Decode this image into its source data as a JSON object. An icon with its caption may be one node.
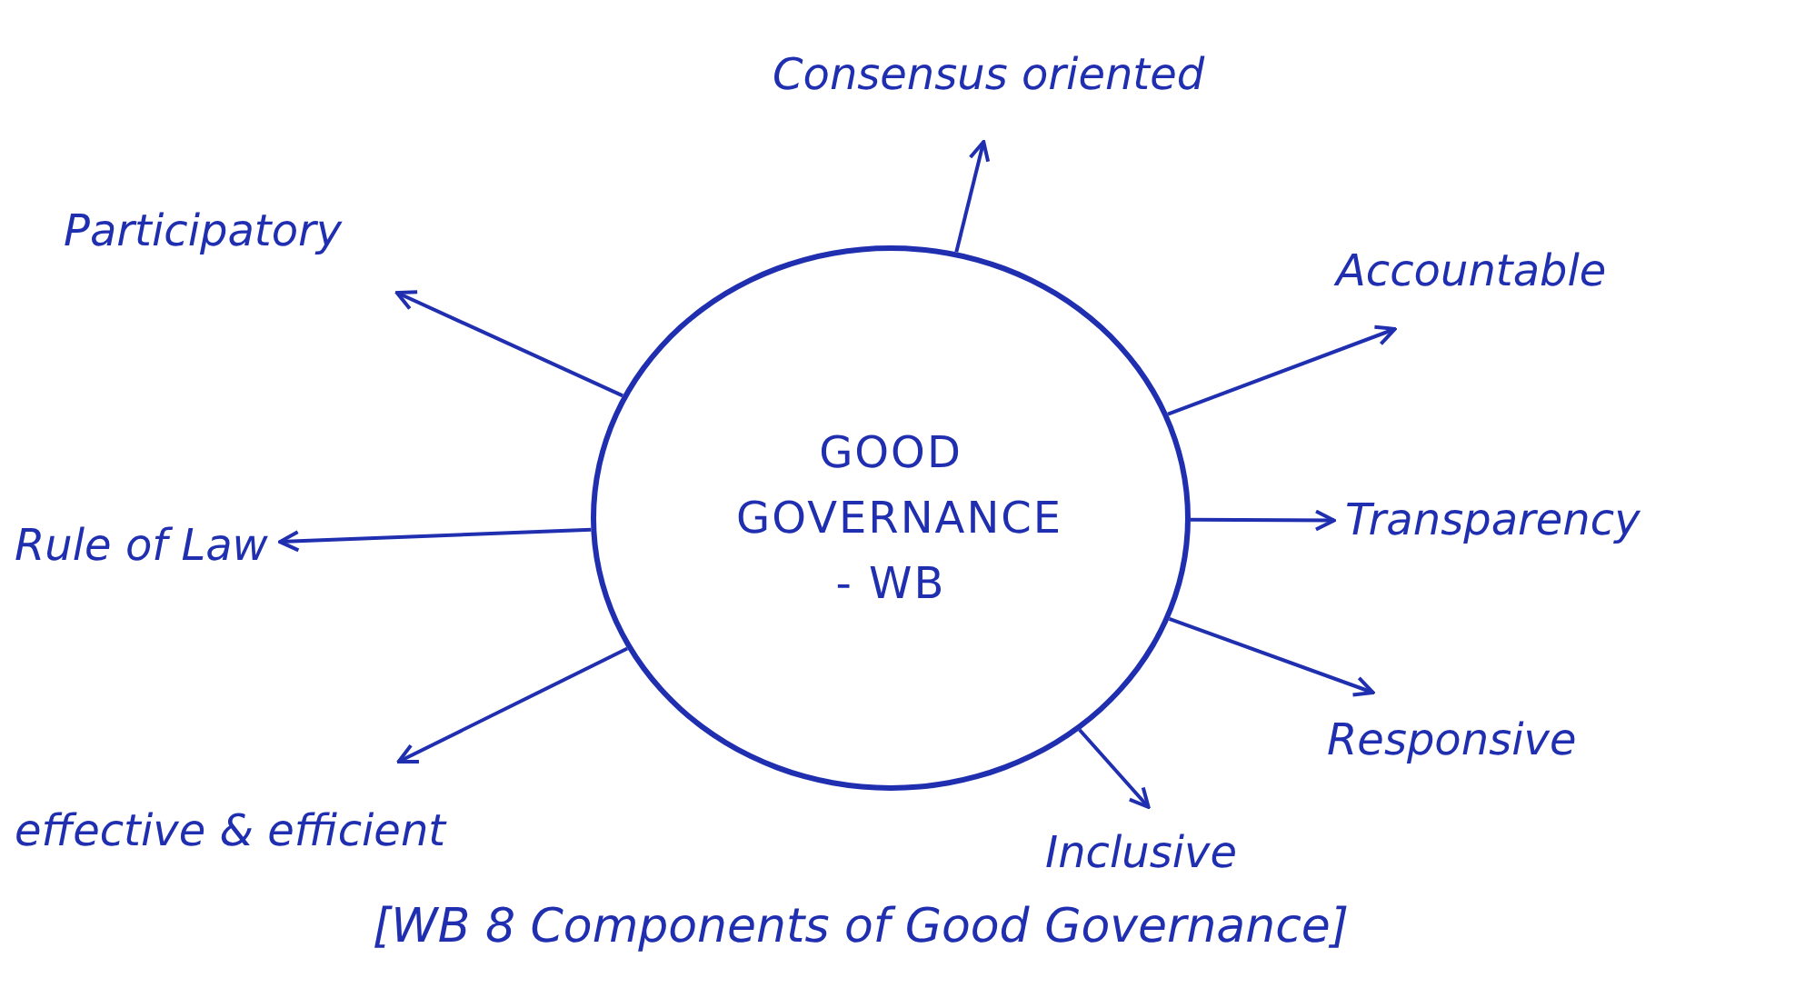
{
  "diagram": {
    "nodes": [
      {
        "text": [
          "GOOD GOVERNANCE - WB"
        ]
      },
      {
        "text": [
          "Consensus oriented"
        ]
      },
      {
        "text": [
          "Participatory"
        ]
      },
      {
        "text": [
          "Accountable"
        ]
      },
      {
        "text": [
          "Rule of Law"
        ]
      },
      {
        "text": [
          "Transparency"
        ]
      },
      {
        "text": [
          "Responsive"
        ]
      },
      {
        "text": [
          "effective & efficient"
        ]
      },
      {
        "text": [
          "Inclusive"
        ]
      }
    ],
    "edges": [
      {
        "from": 0,
        "to": 1,
        "arrow": "to"
      },
      {
        "from": 0,
        "to": 2,
        "arrow": "to"
      },
      {
        "from": 0,
        "to": 3,
        "arrow": "to"
      },
      {
        "from": 0,
        "to": 4,
        "arrow": "to"
      },
      {
        "from": 0,
        "to": 5,
        "arrow": "to"
      },
      {
        "from": 0,
        "to": 6,
        "arrow": "to"
      },
      {
        "from": 0,
        "to": 7,
        "arrow": "to"
      },
      {
        "from": 0,
        "to": 8,
        "arrow": "to"
      }
    ],
    "labels": [
      "[WB 8 Components of Good Governance]"
    ]
  }
}
